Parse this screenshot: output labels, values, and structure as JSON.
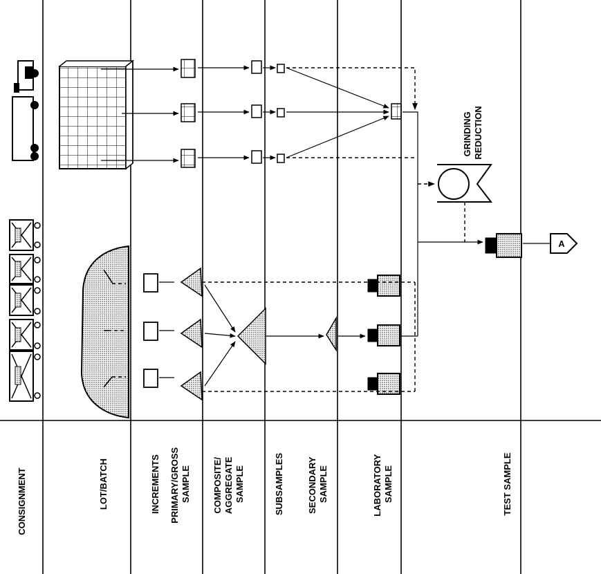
{
  "stages": [
    {
      "id": "consignment",
      "label": [
        "CONSIGNMENT"
      ]
    },
    {
      "id": "lot",
      "label": [
        "LOT/BATCH"
      ]
    },
    {
      "id": "increments",
      "label": [
        "INCREMENTS"
      ]
    },
    {
      "id": "primary",
      "label": [
        "PRIMARY/GROSS",
        "SAMPLE"
      ]
    },
    {
      "id": "composite",
      "label": [
        "COMPOSITE/",
        "AGGREGATE",
        "SAMPLE"
      ]
    },
    {
      "id": "subsamples",
      "label": [
        "SUBSAMPLES"
      ]
    },
    {
      "id": "secondary",
      "label": [
        "SECONDARY",
        "SAMPLE"
      ]
    },
    {
      "id": "laboratory",
      "label": [
        "LABORATORY",
        "SAMPLE"
      ]
    },
    {
      "id": "test",
      "label": [
        "TEST SAMPLE"
      ]
    }
  ],
  "process": {
    "label": [
      "GRINDING",
      "REDUCTION"
    ]
  },
  "connector": {
    "label": "A"
  }
}
